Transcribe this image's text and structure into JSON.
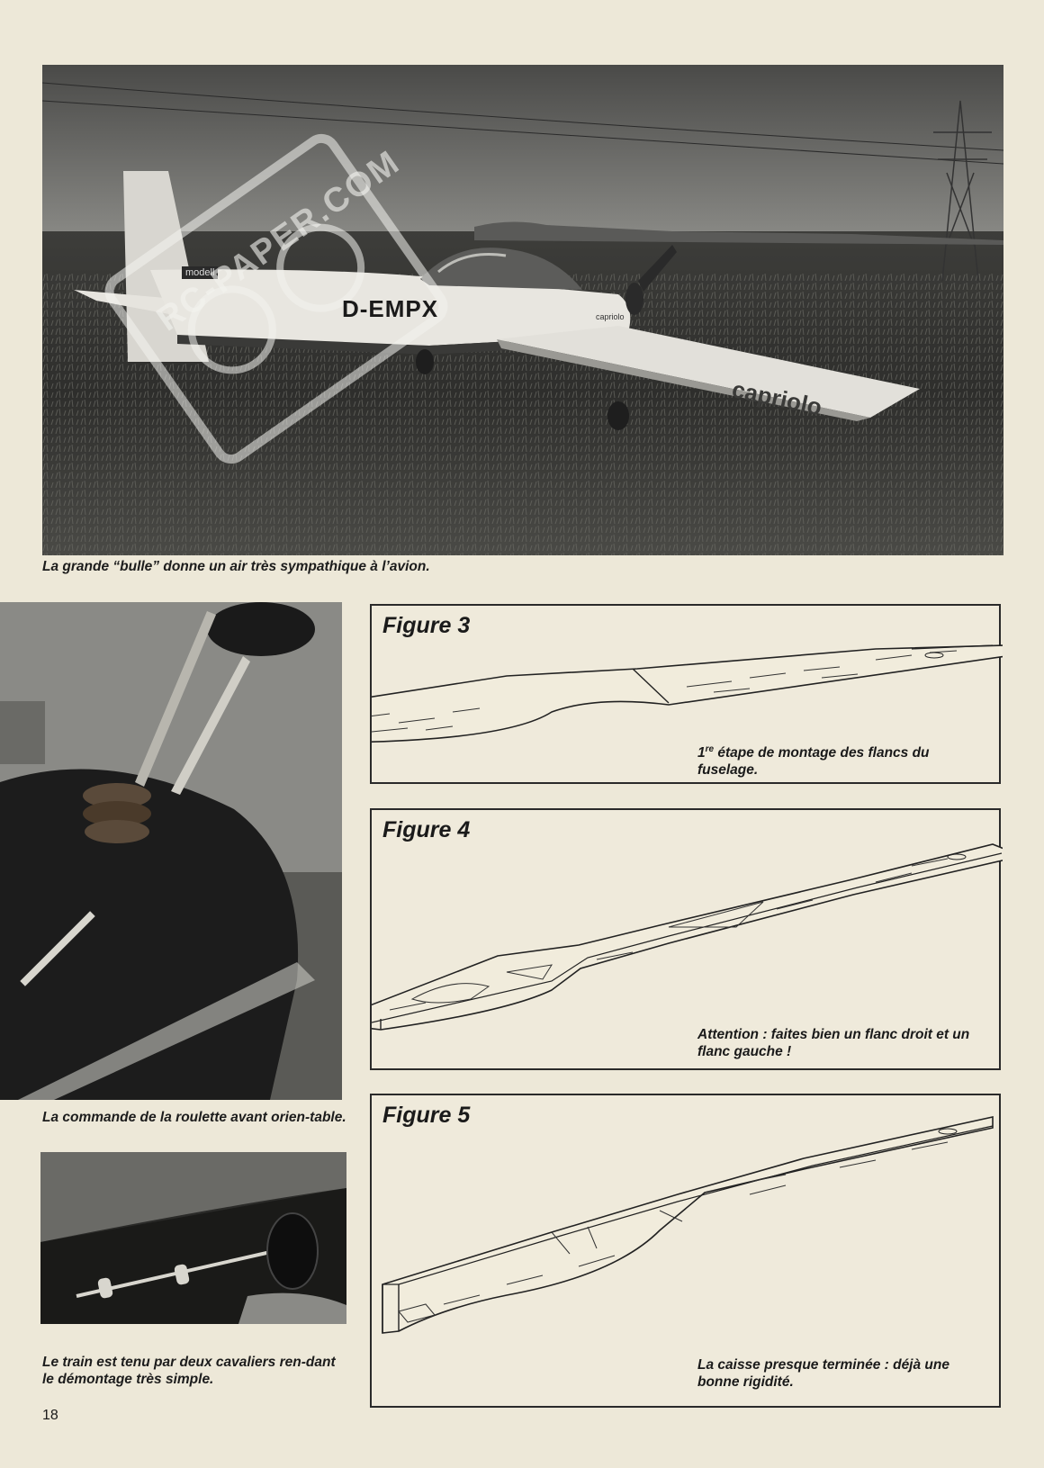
{
  "photos": {
    "top": {
      "registration": "D-EMPX",
      "wing_text": "capriolo",
      "fuselage_text": "capriolo",
      "tail_badge": "modell",
      "caption": "La grande “bulle” donne un air très sympathique à l’avion."
    },
    "watermark": "RC-PAPER.COM",
    "steering": {
      "caption": "La commande de la roulette avant orien-table."
    },
    "gear": {
      "caption": "Le train est tenu par deux cavaliers ren-dant le démontage très simple."
    }
  },
  "figures": [
    {
      "title": "Figure 3",
      "caption_sup": "re",
      "caption_num": "1",
      "caption": " étape de montage des flancs du fuselage."
    },
    {
      "title": "Figure 4",
      "caption": "Attention : faites bien un flanc droit et un flanc gauche !"
    },
    {
      "title": "Figure 5",
      "caption": "La caisse presque terminée : déjà une bonne rigidité."
    }
  ],
  "page": {
    "number": "18"
  }
}
